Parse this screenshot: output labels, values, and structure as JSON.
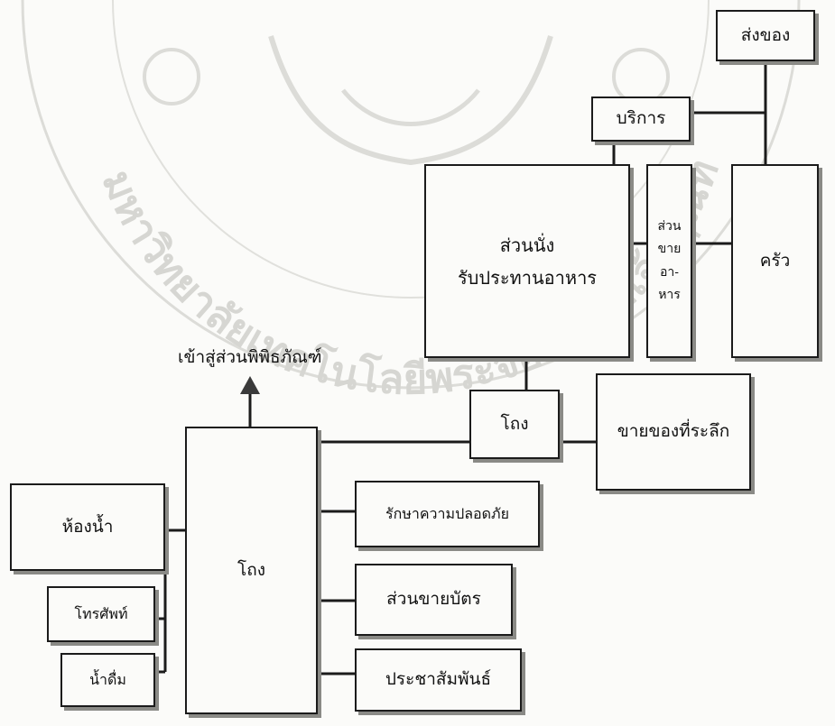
{
  "diagram": {
    "boxes": {
      "delivery": "ส่งของ",
      "service": "บริการ",
      "dining": [
        "ส่วนนั่ง",
        "รับประทานอาหาร"
      ],
      "food_sales": [
        "ส่วน",
        "ขาย",
        "อา-",
        "หาร"
      ],
      "kitchen": "ครัว",
      "hall_upper": "โถง",
      "souvenir": "ขายของที่ระลึก",
      "hall_main": "โถง",
      "restroom": "ห้องน้ำ",
      "telephone": "โทรศัพท์",
      "drinking_water": "น้ำดื่ม",
      "security": "รักษาความปลอดภัย",
      "ticket": "ส่วนขายบัตร",
      "pr": "ประชาสัมพันธ์"
    },
    "labels": {
      "to_museum": "เข้าสู่ส่วนพิพิธภัณฑ์"
    },
    "watermark": "มหาวิทยาลัยเทคโนโลยีพระจอมเกล้าเจ้าคุณทหารลาดกระบัง",
    "colors": {
      "line": "#1b1b1b",
      "shadow": "#8a8a86",
      "background": "#fbfbf9",
      "watermark": "#d6d6d2"
    }
  }
}
